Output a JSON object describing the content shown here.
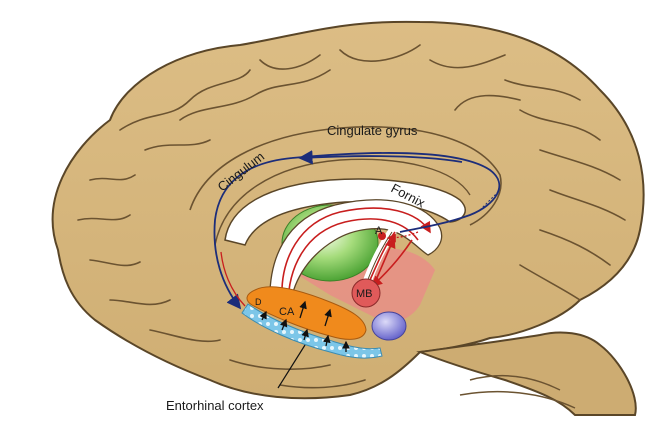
{
  "diagram": {
    "labels": {
      "cingulate_gyrus": "Cingulate gyrus",
      "cingulum": "Cingulum",
      "fornix": "Fornix",
      "anterior_nucleus": "A",
      "mammillary_body": "MB",
      "hippocampus_ca": "CA",
      "dentate_d": "D",
      "entorhinal_cortex": "Entorhinal cortex"
    },
    "colors": {
      "brain": "#d8b77c",
      "brain_outline": "#5a4628",
      "sulcus": "#6b5331",
      "fornix_white": "#ffffff",
      "thalamus_green": "#5fbf3f",
      "hypothalamus_pink": "#e88e86",
      "mammillary_red": "#e05a5a",
      "hippocampus_orange": "#f08a1c",
      "dentate_blue": "#7cc6e8",
      "amygdala_purple": "#7a78d8",
      "pathway_navy": "#1c2d7a",
      "pathway_red": "#c81e1e"
    }
  }
}
